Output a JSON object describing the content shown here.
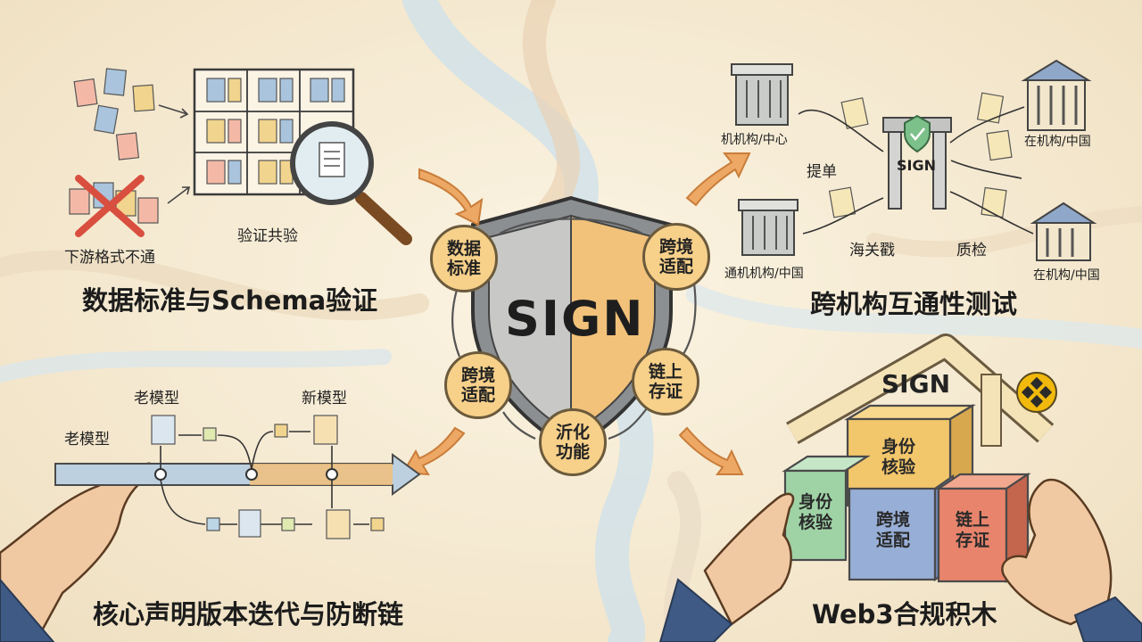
{
  "center": {
    "brand": "SIGN"
  },
  "ring_nodes": {
    "top_left": "数据\n标准",
    "top_right": "跨境\n适配",
    "right": "链上\n存证",
    "bottom": "沂化\n功能",
    "left": "跨境\n适配"
  },
  "panel_tl": {
    "title": "数据标准与Schema验证",
    "label_verify": "验证共验",
    "label_reject": "下游格式不通"
  },
  "panel_tr": {
    "title": "跨机构互通性测试",
    "gate": "SIGN",
    "inst_tl": "机机构/中心",
    "inst_tr": "在机构/中国",
    "inst_bl": "通机机构/中国",
    "inst_br": "在机构/中国",
    "flow_bill": "提单",
    "flow_customs": "海关戳",
    "flow_qc": "质检"
  },
  "panel_bl": {
    "title": "核心声明版本迭代与防断链",
    "old_model_a": "老模型",
    "old_model_b": "老模型",
    "new_model": "新模型"
  },
  "panel_br": {
    "title": "Web3合规积木",
    "roof": "SIGN",
    "cube_top": "身份\n核验",
    "cube_left": "身份\n核验",
    "cube_mid": "跨境\n适配",
    "cube_right": "链上\n存证"
  },
  "colors": {
    "shield_left": "#c8c9c6",
    "shield_right": "#f2c27a",
    "ring_node": "#f7d08a",
    "arrow": "#e9a15a",
    "cube_yellow": "#f2c66a",
    "cube_green": "#9fd3a6",
    "cube_blue": "#97aed6",
    "cube_red": "#e8846c"
  }
}
